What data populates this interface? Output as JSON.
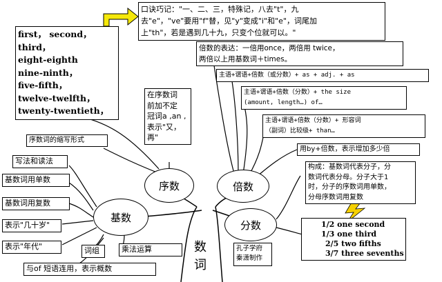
{
  "mnemonic": {
    "lines": [
      "口诀巧记：\"一、二、三，特殊记，八去\"t\"，九",
      "去\"e\"，\"ve\"要用\"f\"替，见\"y\"变成\"i\"和\"e\"，词尾加",
      "上\"th\"，若是遇到几十九，只变个位就可以。\""
    ]
  },
  "ordinal_examples": {
    "lines": [
      "first，  second，",
      "third，",
      "eight-eighth",
      "nine-ninth，",
      "five-fifth，",
      "twelve-twelfth，",
      "twenty-twentieth，"
    ]
  },
  "ordinal_abbrev": "序数词的缩写形式",
  "ordinal_note": {
    "lines": [
      "在序数词",
      "前加不定",
      "冠词a ,an ,",
      "表示\"又，",
      "再\""
    ]
  },
  "multiple_expr": {
    "lines": [
      "倍数的表达：一倍用once，两倍用 twice，",
      "两倍以上用基数词＋times。"
    ]
  },
  "pattern_1": "主语+谓语+倍数（或分数）+ as + adj. + as",
  "pattern_2": {
    "lines": [
      "主语+谓语+倍数（分数）+ the size",
      "(amount, length…) of…"
    ]
  },
  "pattern_3": {
    "lines": [
      "主语+谓语+倍数（分数）+ 形容词",
      "（副词）比较级+ than…"
    ]
  },
  "pattern_4": "用by+倍数，表示增加多少倍",
  "fraction_rule": {
    "lines": [
      "构成：基数词代表分子，分",
      "数词代表分母。分子大于1",
      "时，分子的序数词用单数，",
      "分母序数词用复数"
    ]
  },
  "fraction_examples": {
    "lines": [
      "1/2 one second",
      "1/3 one third",
      "2/5 two fifths",
      "3/7 three sevenths"
    ]
  },
  "cardinal_items": {
    "writing": "写法和读法",
    "singular": "基数词用单数",
    "plural": "基数词用复数",
    "dozens": "表示\"几十岁\"",
    "decades": "表示\"年代\"",
    "phrase": "词组",
    "multiplication": "乘法运算",
    "with_of": "与of 短语连用，表示概数"
  },
  "nodes": {
    "ordinal": "序数",
    "multiple": "倍数",
    "cardinal": "基数",
    "fraction": "分数",
    "trunk": [
      "数",
      "词"
    ]
  },
  "credit": {
    "lines": [
      "孔子学府",
      "秦潇制作"
    ]
  },
  "colors": {
    "arrow_fill": "#f5e80a",
    "bolt_fill": "#f5d000"
  }
}
